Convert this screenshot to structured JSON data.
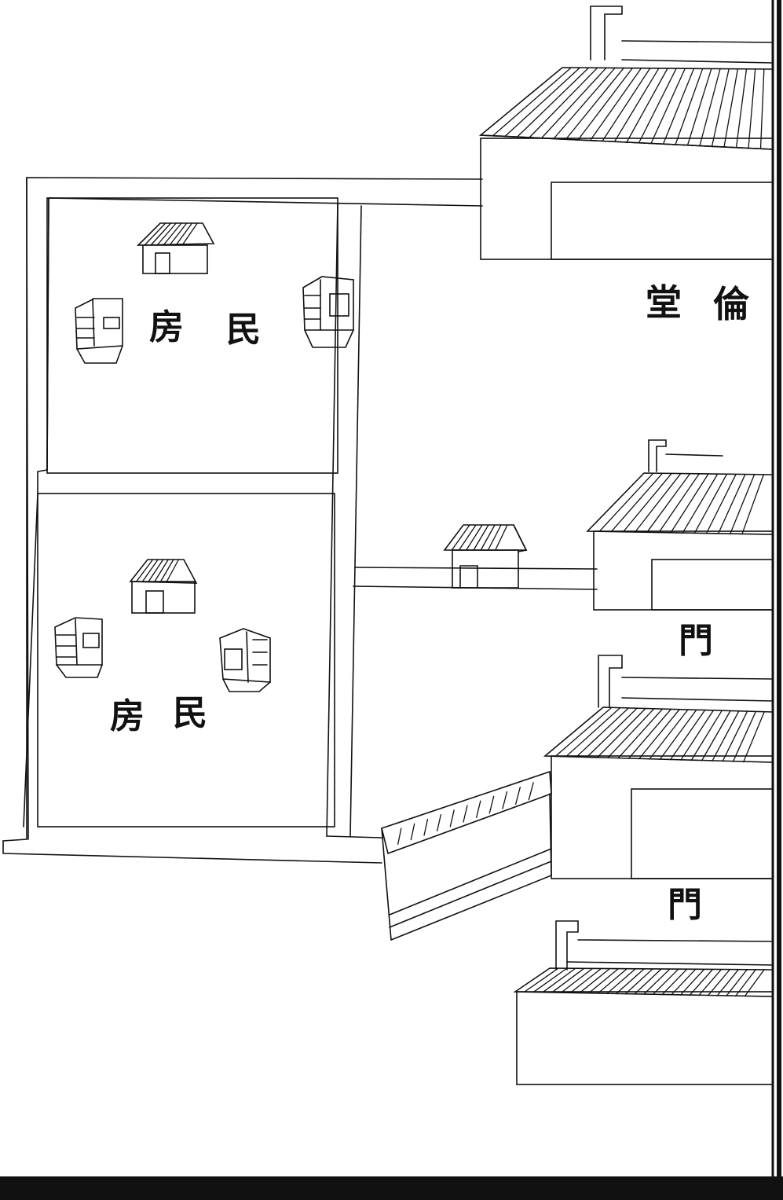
{
  "labels": {
    "hall_char_1": "堂",
    "hall_char_2": "倫",
    "gate_1": "門",
    "gate_2": "門",
    "residence_1_char_1": "房",
    "residence_1_char_2": "民",
    "residence_2_char_1": "房",
    "residence_2_char_2": "民"
  },
  "colors": {
    "ink": "#111111",
    "paper": "#ffffff"
  }
}
